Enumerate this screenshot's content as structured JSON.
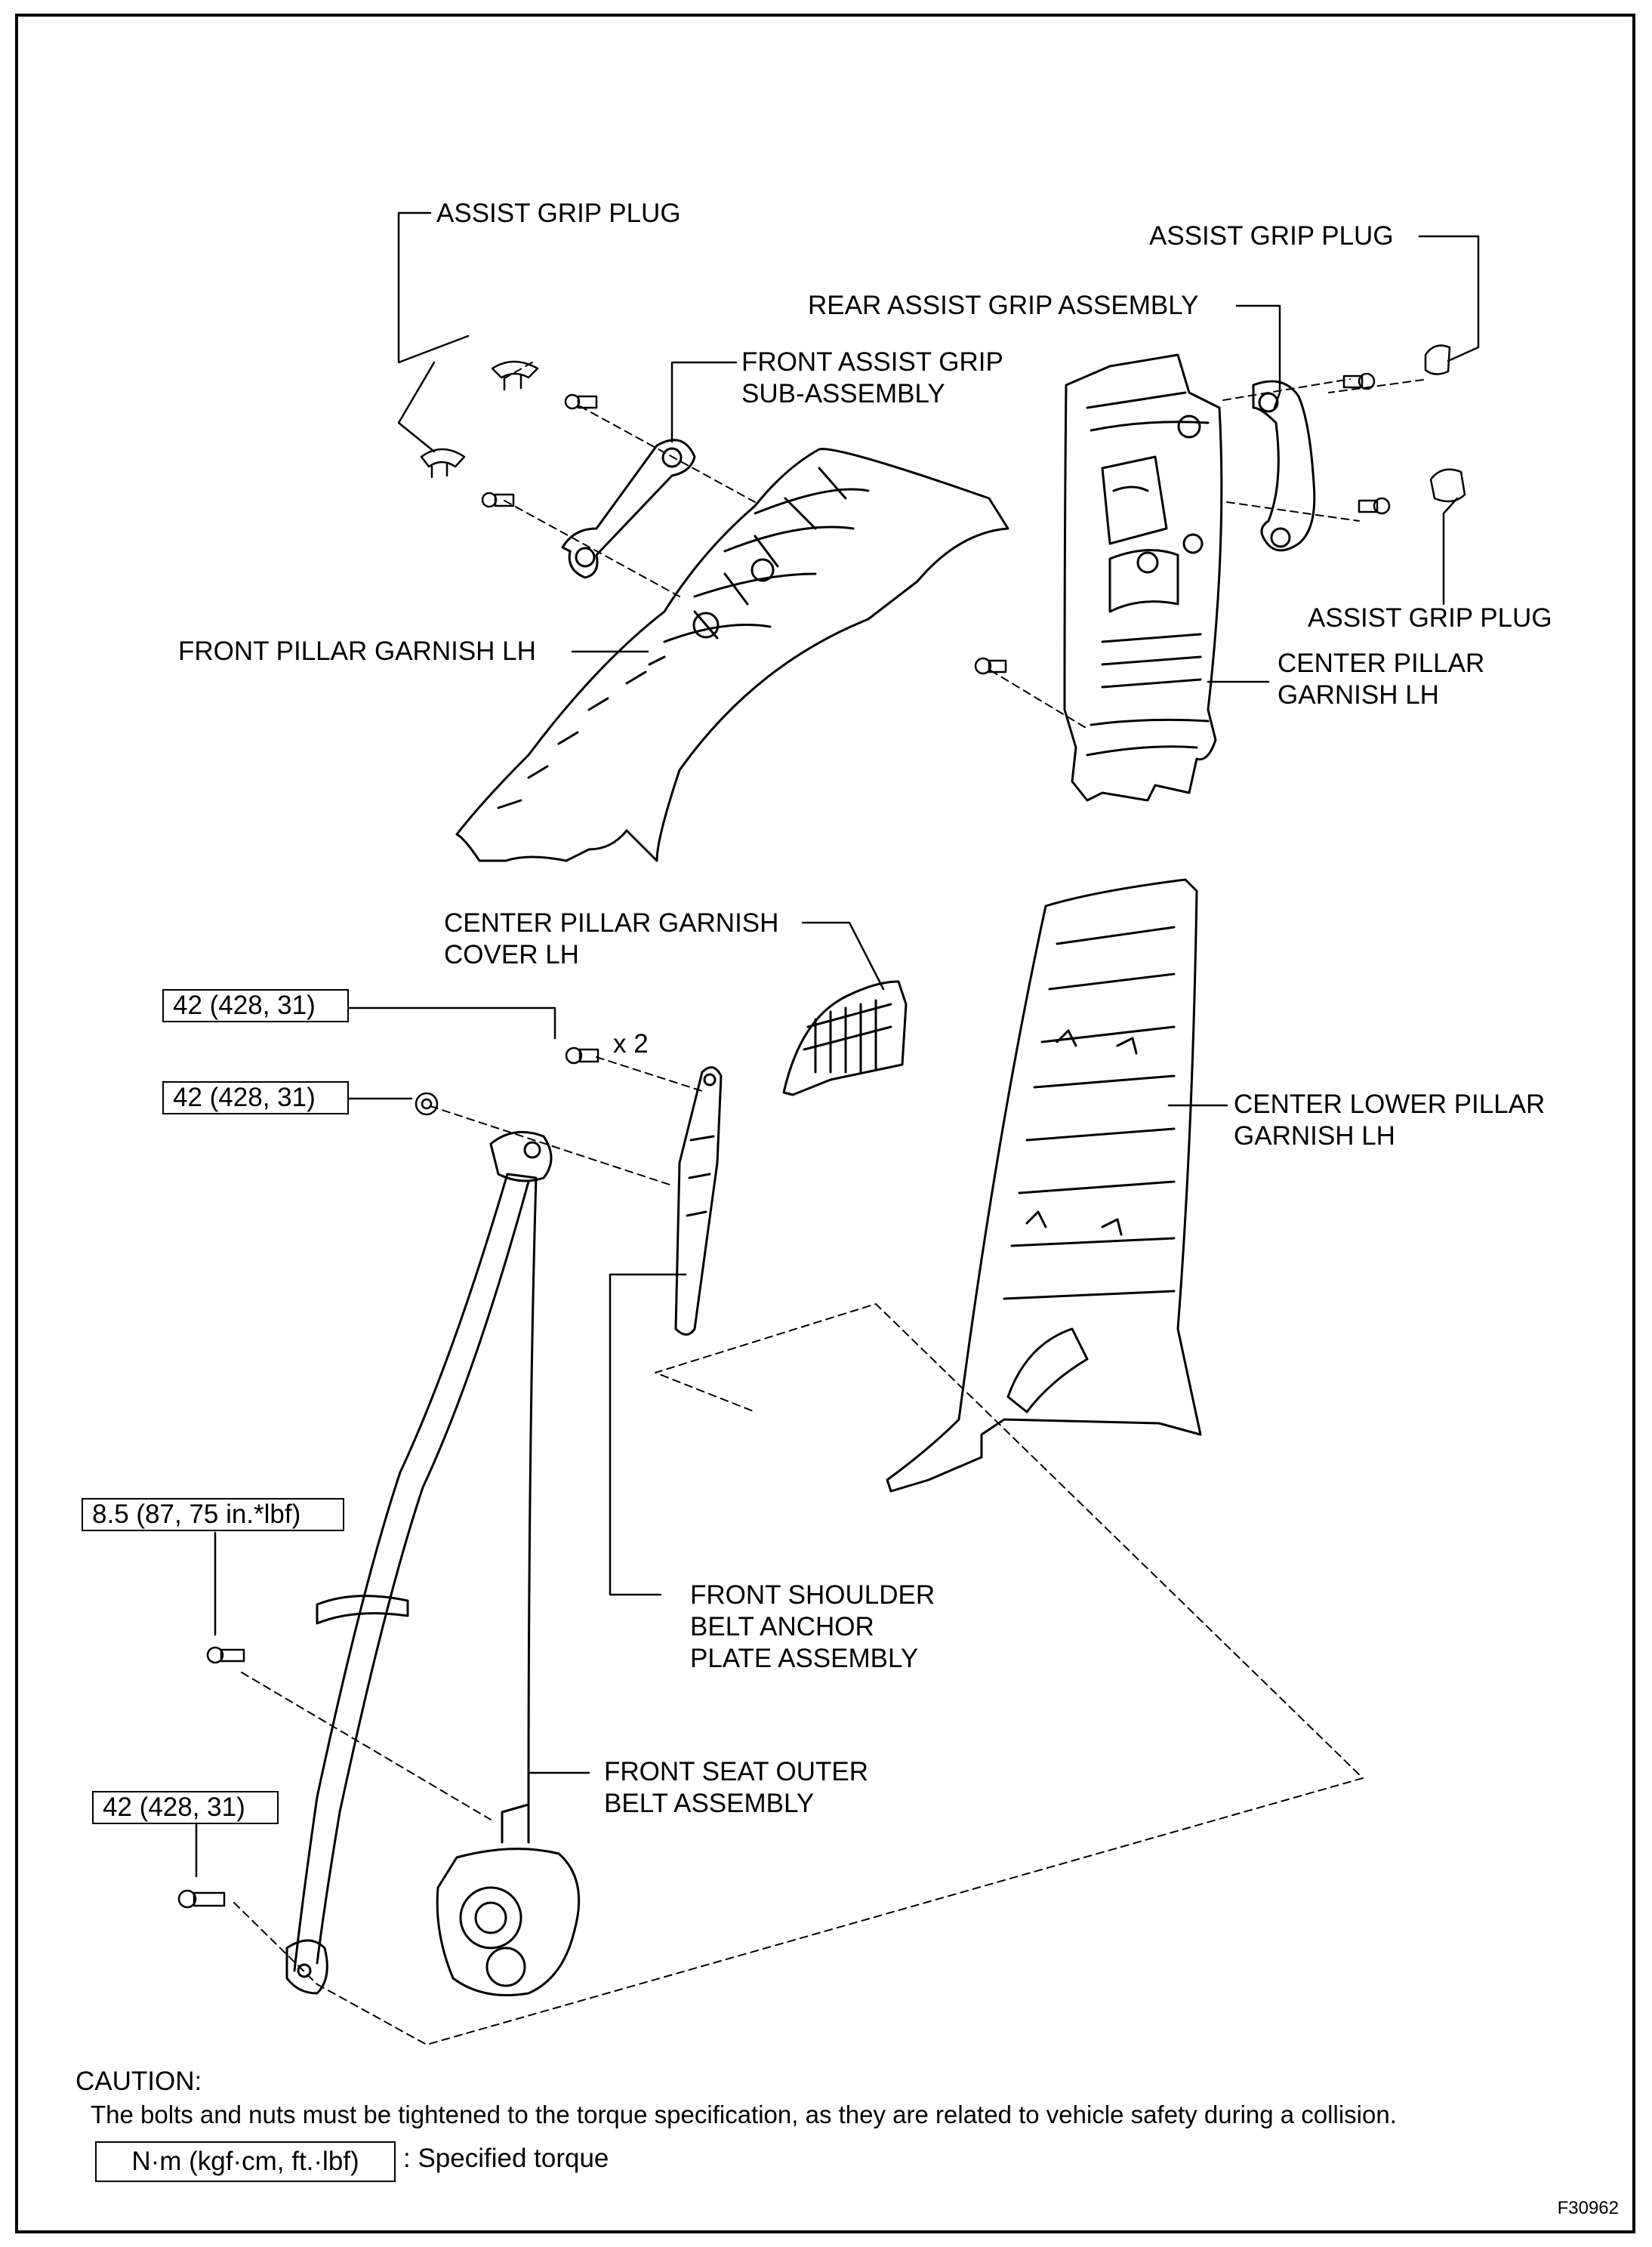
{
  "labels": {
    "assist_grip_plug_1": "ASSIST GRIP PLUG",
    "assist_grip_plug_2": "ASSIST GRIP PLUG",
    "assist_grip_plug_3": "ASSIST GRIP PLUG",
    "rear_assist_grip_assembly": "REAR ASSIST GRIP ASSEMBLY",
    "front_assist_grip_line1": "FRONT ASSIST GRIP",
    "front_assist_grip_line2": "SUB-ASSEMBLY",
    "front_pillar_garnish": "FRONT PILLAR GARNISH LH",
    "center_pillar_garnish_line1": "CENTER PILLAR",
    "center_pillar_garnish_line2": "GARNISH LH",
    "center_pillar_cover_line1": "CENTER PILLAR GARNISH",
    "center_pillar_cover_line2": "COVER LH",
    "center_lower_pillar_line1": "CENTER LOWER PILLAR",
    "center_lower_pillar_line2": "GARNISH LH",
    "quantity_x2": "x 2",
    "shoulder_anchor_line1": "FRONT SHOULDER",
    "shoulder_anchor_line2": "BELT ANCHOR",
    "shoulder_anchor_line3": "PLATE ASSEMBLY",
    "seat_belt_line1": "FRONT SEAT OUTER",
    "seat_belt_line2": "BELT ASSEMBLY"
  },
  "torques": {
    "anchor_bolt": "42 (428, 31)",
    "anchor_nut": "42 (428, 31)",
    "retractor_bolt": "8.5 (87, 75 in.*lbf)",
    "floor_anchor_bolt": "42 (428, 31)"
  },
  "caution": {
    "title": "CAUTION:",
    "text": "The bolts and nuts must be tightened to the torque specification, as they are related to vehicle safety during a collision.",
    "legend_unit": "N·m (kgf·cm, ft.·lbf)",
    "legend_desc": ": Specified torque"
  },
  "figure_id": "F30962"
}
